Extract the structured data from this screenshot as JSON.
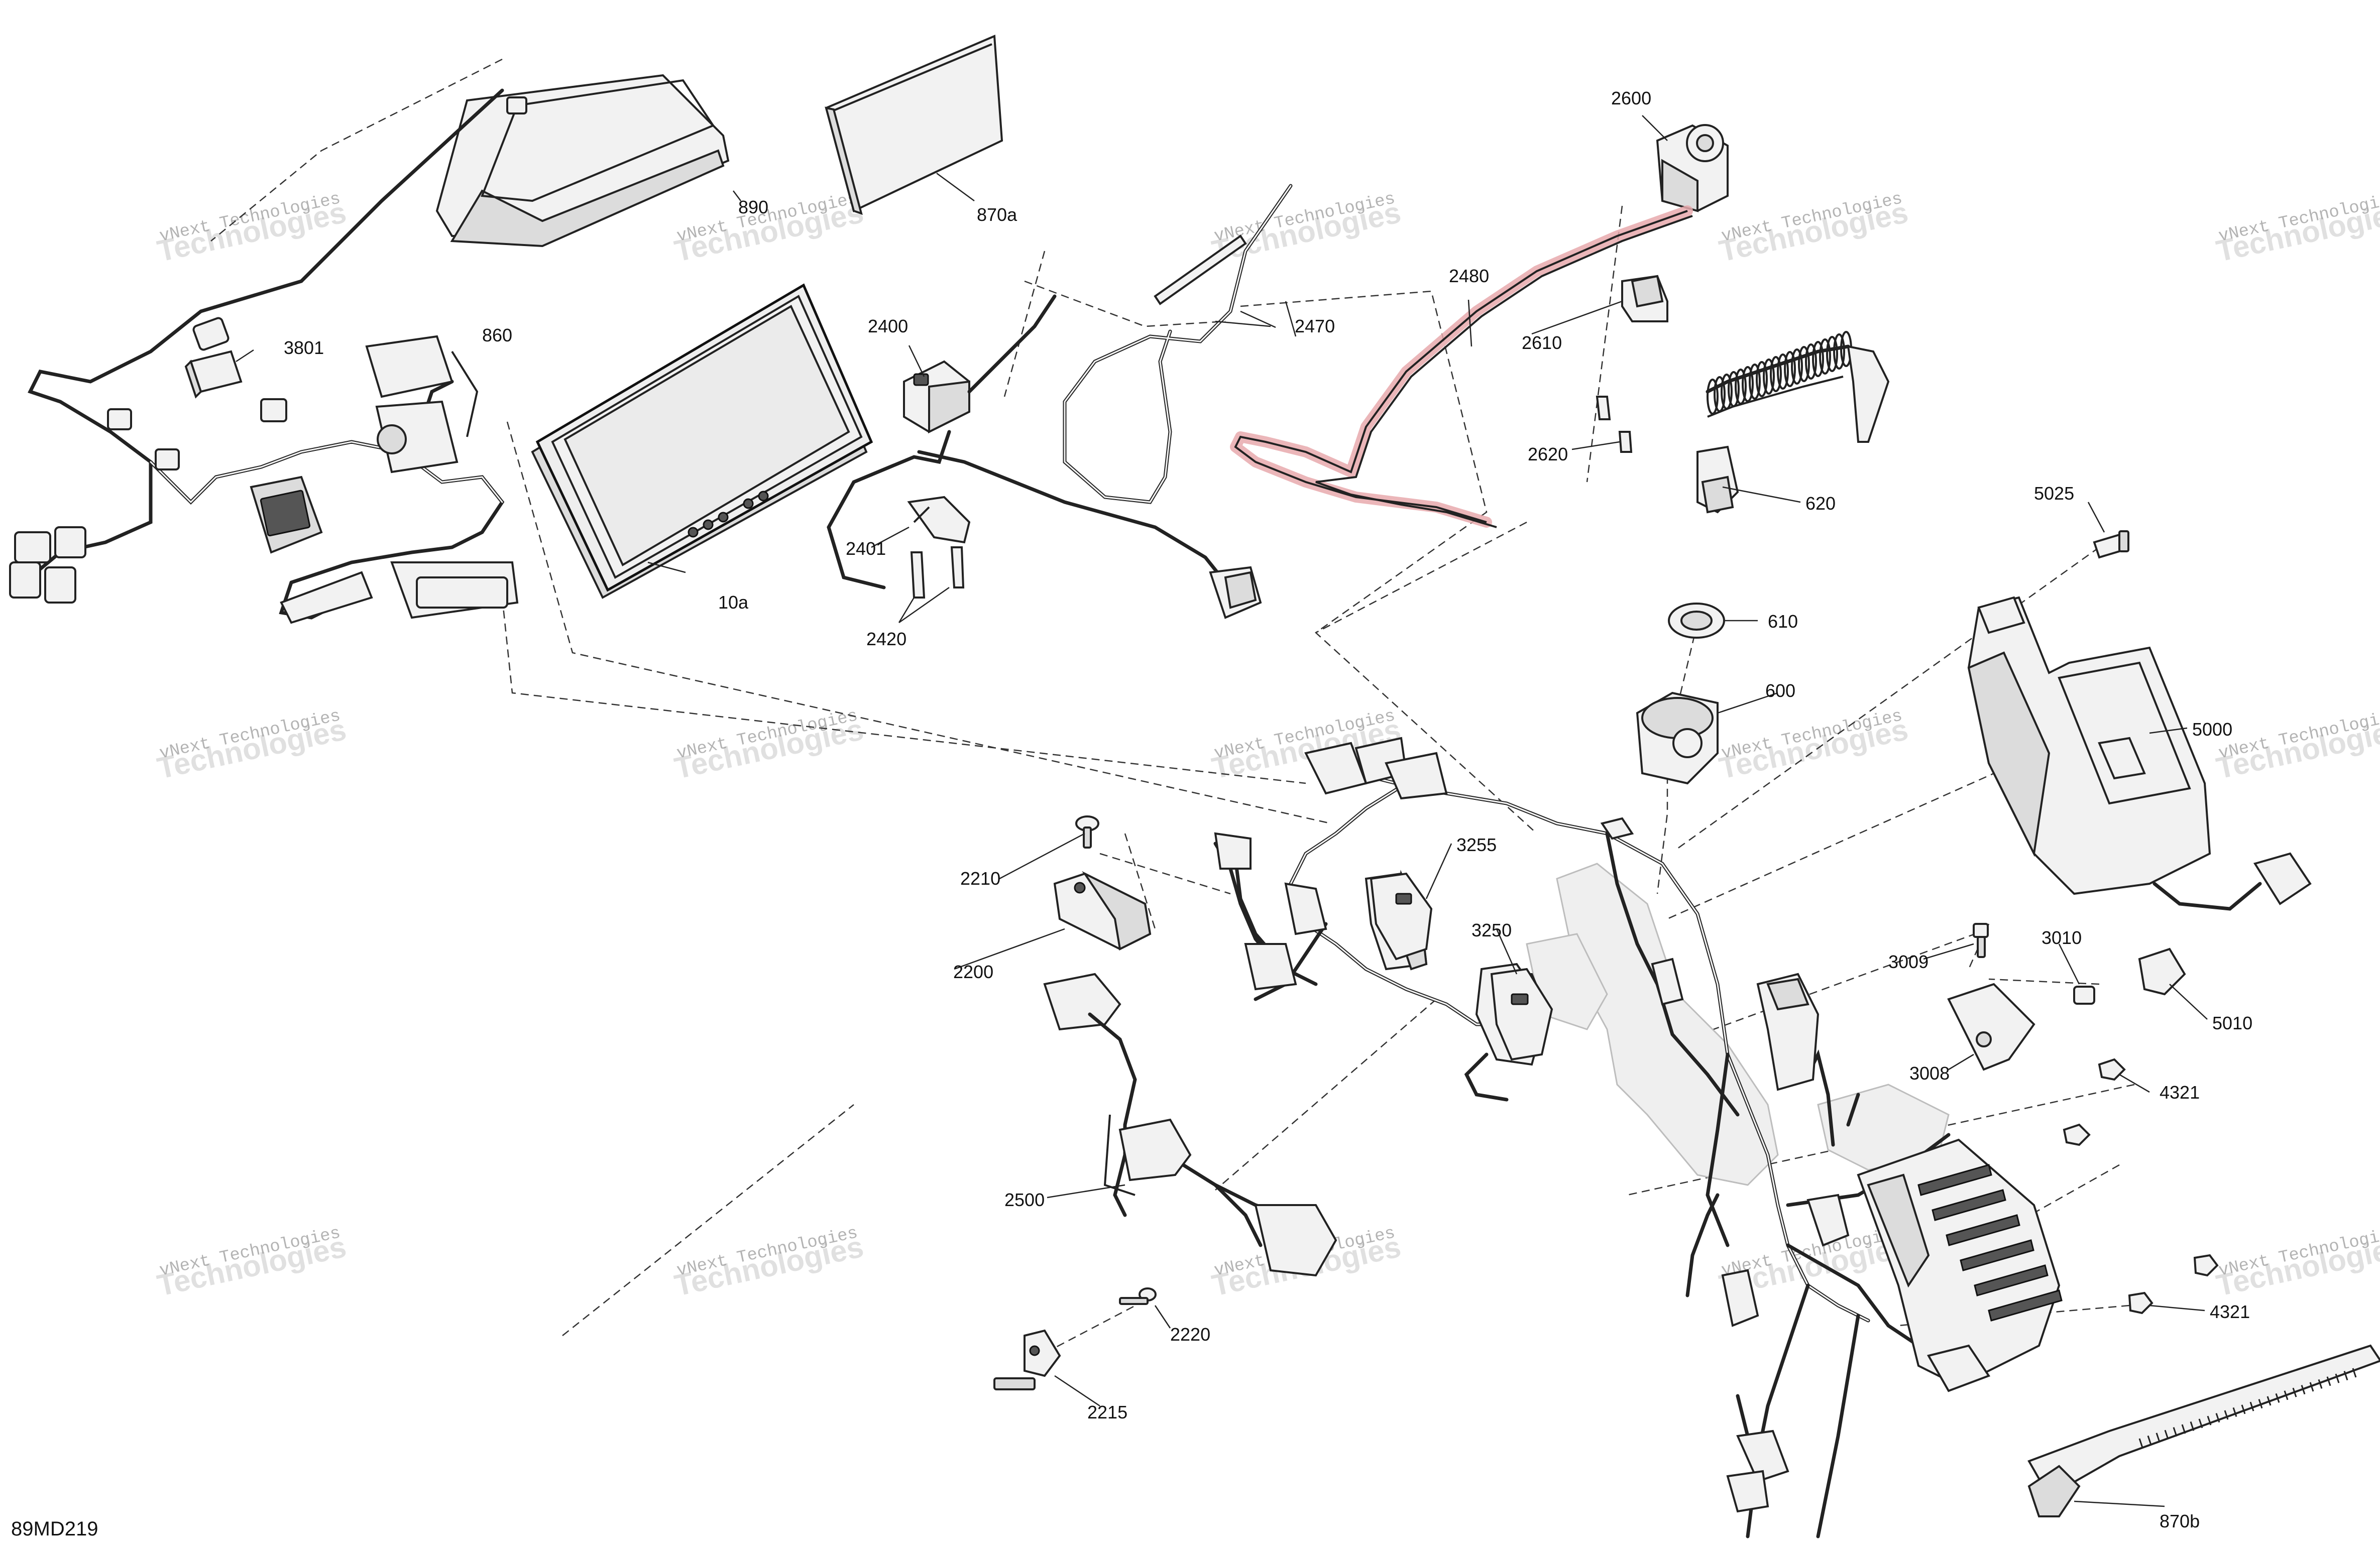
{
  "diagram": {
    "figure_code": "89MD219",
    "watermark": {
      "line1": "vNext Technologies",
      "line2": "Technologies"
    },
    "highlighted_part": "2480",
    "parts": [
      {
        "id": "p-890",
        "label": "890"
      },
      {
        "id": "p-870a",
        "label": "870a"
      },
      {
        "id": "p-860",
        "label": "860"
      },
      {
        "id": "p-3801",
        "label": "3801"
      },
      {
        "id": "p-10a",
        "label": "10a"
      },
      {
        "id": "p-2400",
        "label": "2400"
      },
      {
        "id": "p-2401",
        "label": "2401"
      },
      {
        "id": "p-2420",
        "label": "2420"
      },
      {
        "id": "p-2470",
        "label": "2470"
      },
      {
        "id": "p-2600",
        "label": "2600"
      },
      {
        "id": "p-2480",
        "label": "2480"
      },
      {
        "id": "p-2610",
        "label": "2610"
      },
      {
        "id": "p-2620",
        "label": "2620"
      },
      {
        "id": "p-620",
        "label": "620"
      },
      {
        "id": "p-610",
        "label": "610"
      },
      {
        "id": "p-600",
        "label": "600"
      },
      {
        "id": "p-5025",
        "label": "5025"
      },
      {
        "id": "p-5000",
        "label": "5000"
      },
      {
        "id": "p-5010",
        "label": "5010"
      },
      {
        "id": "p-3009",
        "label": "3009"
      },
      {
        "id": "p-3010",
        "label": "3010"
      },
      {
        "id": "p-3008",
        "label": "3008"
      },
      {
        "id": "p-4321a",
        "label": "4321"
      },
      {
        "id": "p-4321b",
        "label": "4321"
      },
      {
        "id": "p-3255",
        "label": "3255"
      },
      {
        "id": "p-3250",
        "label": "3250"
      },
      {
        "id": "p-2210",
        "label": "2210"
      },
      {
        "id": "p-2200",
        "label": "2200"
      },
      {
        "id": "p-2500",
        "label": "2500"
      },
      {
        "id": "p-2220",
        "label": "2220"
      },
      {
        "id": "p-2215",
        "label": "2215"
      },
      {
        "id": "p-870b",
        "label": "870b"
      }
    ]
  }
}
